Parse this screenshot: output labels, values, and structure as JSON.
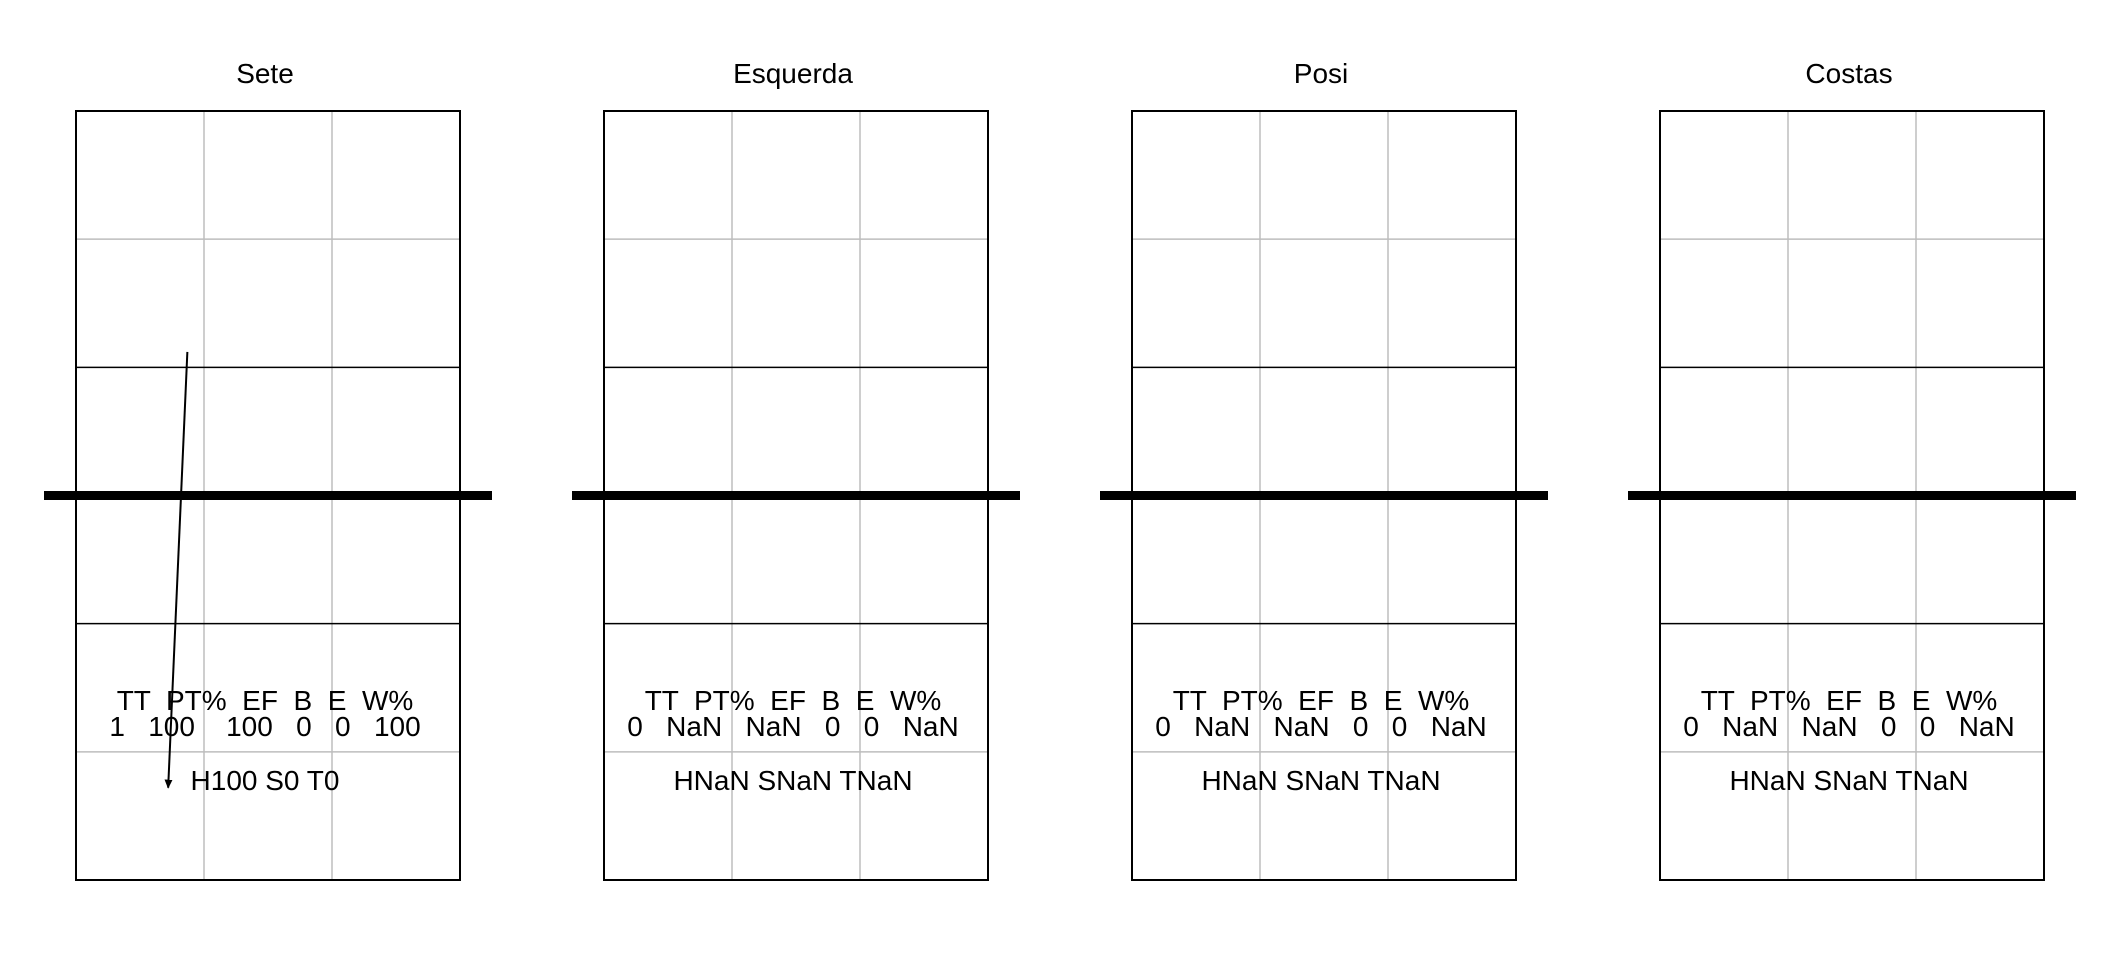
{
  "chart_data": [
    {
      "type": "court-diagram",
      "title": "Sete",
      "stats_header": "TT  PT%  EF  B  E  W%",
      "stats_values": "1   100    100   0   0   100",
      "summary": "H100 S0 T0",
      "arrows": [
        {
          "from": [
            0.87,
            1.88
          ],
          "to": [
            0.72,
            5.28
          ]
        }
      ]
    },
    {
      "type": "court-diagram",
      "title": "Esquerda",
      "stats_header": "TT  PT%  EF  B  E  W%",
      "stats_values": "0   NaN   NaN   0   0   NaN",
      "summary": "HNaN SNaN TNaN",
      "arrows": []
    },
    {
      "type": "court-diagram",
      "title": "Posi",
      "stats_header": "TT  PT%  EF  B  E  W%",
      "stats_values": "0   NaN   NaN   0   0   NaN",
      "summary": "HNaN SNaN TNaN",
      "arrows": []
    },
    {
      "type": "court-diagram",
      "title": "Costas",
      "stats_header": "TT  PT%  EF  B  E  W%",
      "stats_values": "0   NaN   NaN   0   0   NaN",
      "summary": "HNaN SNaN TNaN",
      "arrows": []
    }
  ],
  "colors": {
    "court_line": "#000000",
    "grid_line": "#bdbdbd",
    "net": "#000000",
    "arrow": "#000000"
  }
}
